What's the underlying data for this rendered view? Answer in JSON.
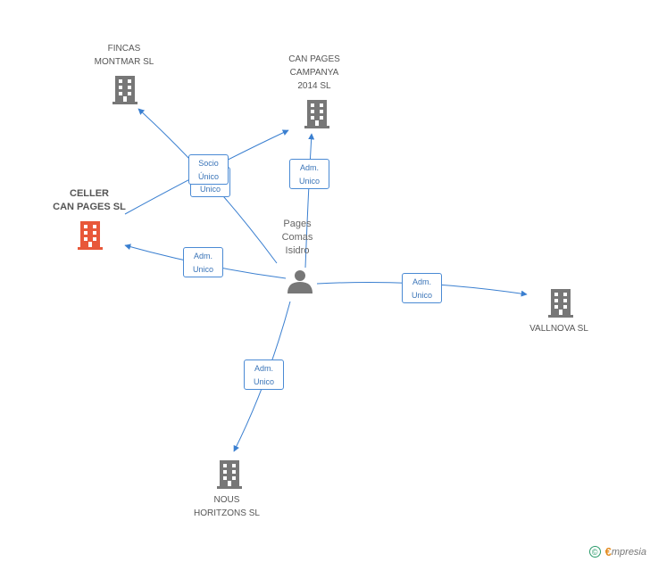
{
  "colors": {
    "edge": "#3a7fd0",
    "building": "#777777",
    "main_building": "#e8583a",
    "person": "#777777"
  },
  "center": {
    "name": "Pages\nComas\nIsidro",
    "icon": "person-icon"
  },
  "companies": [
    {
      "id": "fincas-montmar",
      "name": "FINCAS\nMONTMAR SL",
      "icon": "building-icon"
    },
    {
      "id": "can-pages-campanya",
      "name": "CAN PAGES\nCAMPANYA\n2014  SL",
      "icon": "building-icon"
    },
    {
      "id": "celler-can-pages",
      "name": "CELLER\nCAN PAGES SL",
      "icon": "building-icon",
      "main": true
    },
    {
      "id": "vallnova",
      "name": "VALLNOVA SL",
      "icon": "building-icon"
    },
    {
      "id": "nous-horitzons",
      "name": "NOUS\nHORITZONS  SL",
      "icon": "building-icon"
    }
  ],
  "relations": [
    {
      "id": "rel-socio-unico",
      "label": "Socio\nÚnico"
    },
    {
      "id": "rel-adm-unico-behind",
      "label": "Adm.\nUnico"
    },
    {
      "id": "rel-campanya",
      "label": "Adm.\nUnico"
    },
    {
      "id": "rel-celler",
      "label": "Adm.\nUnico"
    },
    {
      "id": "rel-vallnova",
      "label": "Adm.\nUnico"
    },
    {
      "id": "rel-nous",
      "label": "Adm.\nUnico"
    }
  ],
  "footer": {
    "copyright": "©",
    "brand_first": "€",
    "brand_rest": "mpresia"
  }
}
